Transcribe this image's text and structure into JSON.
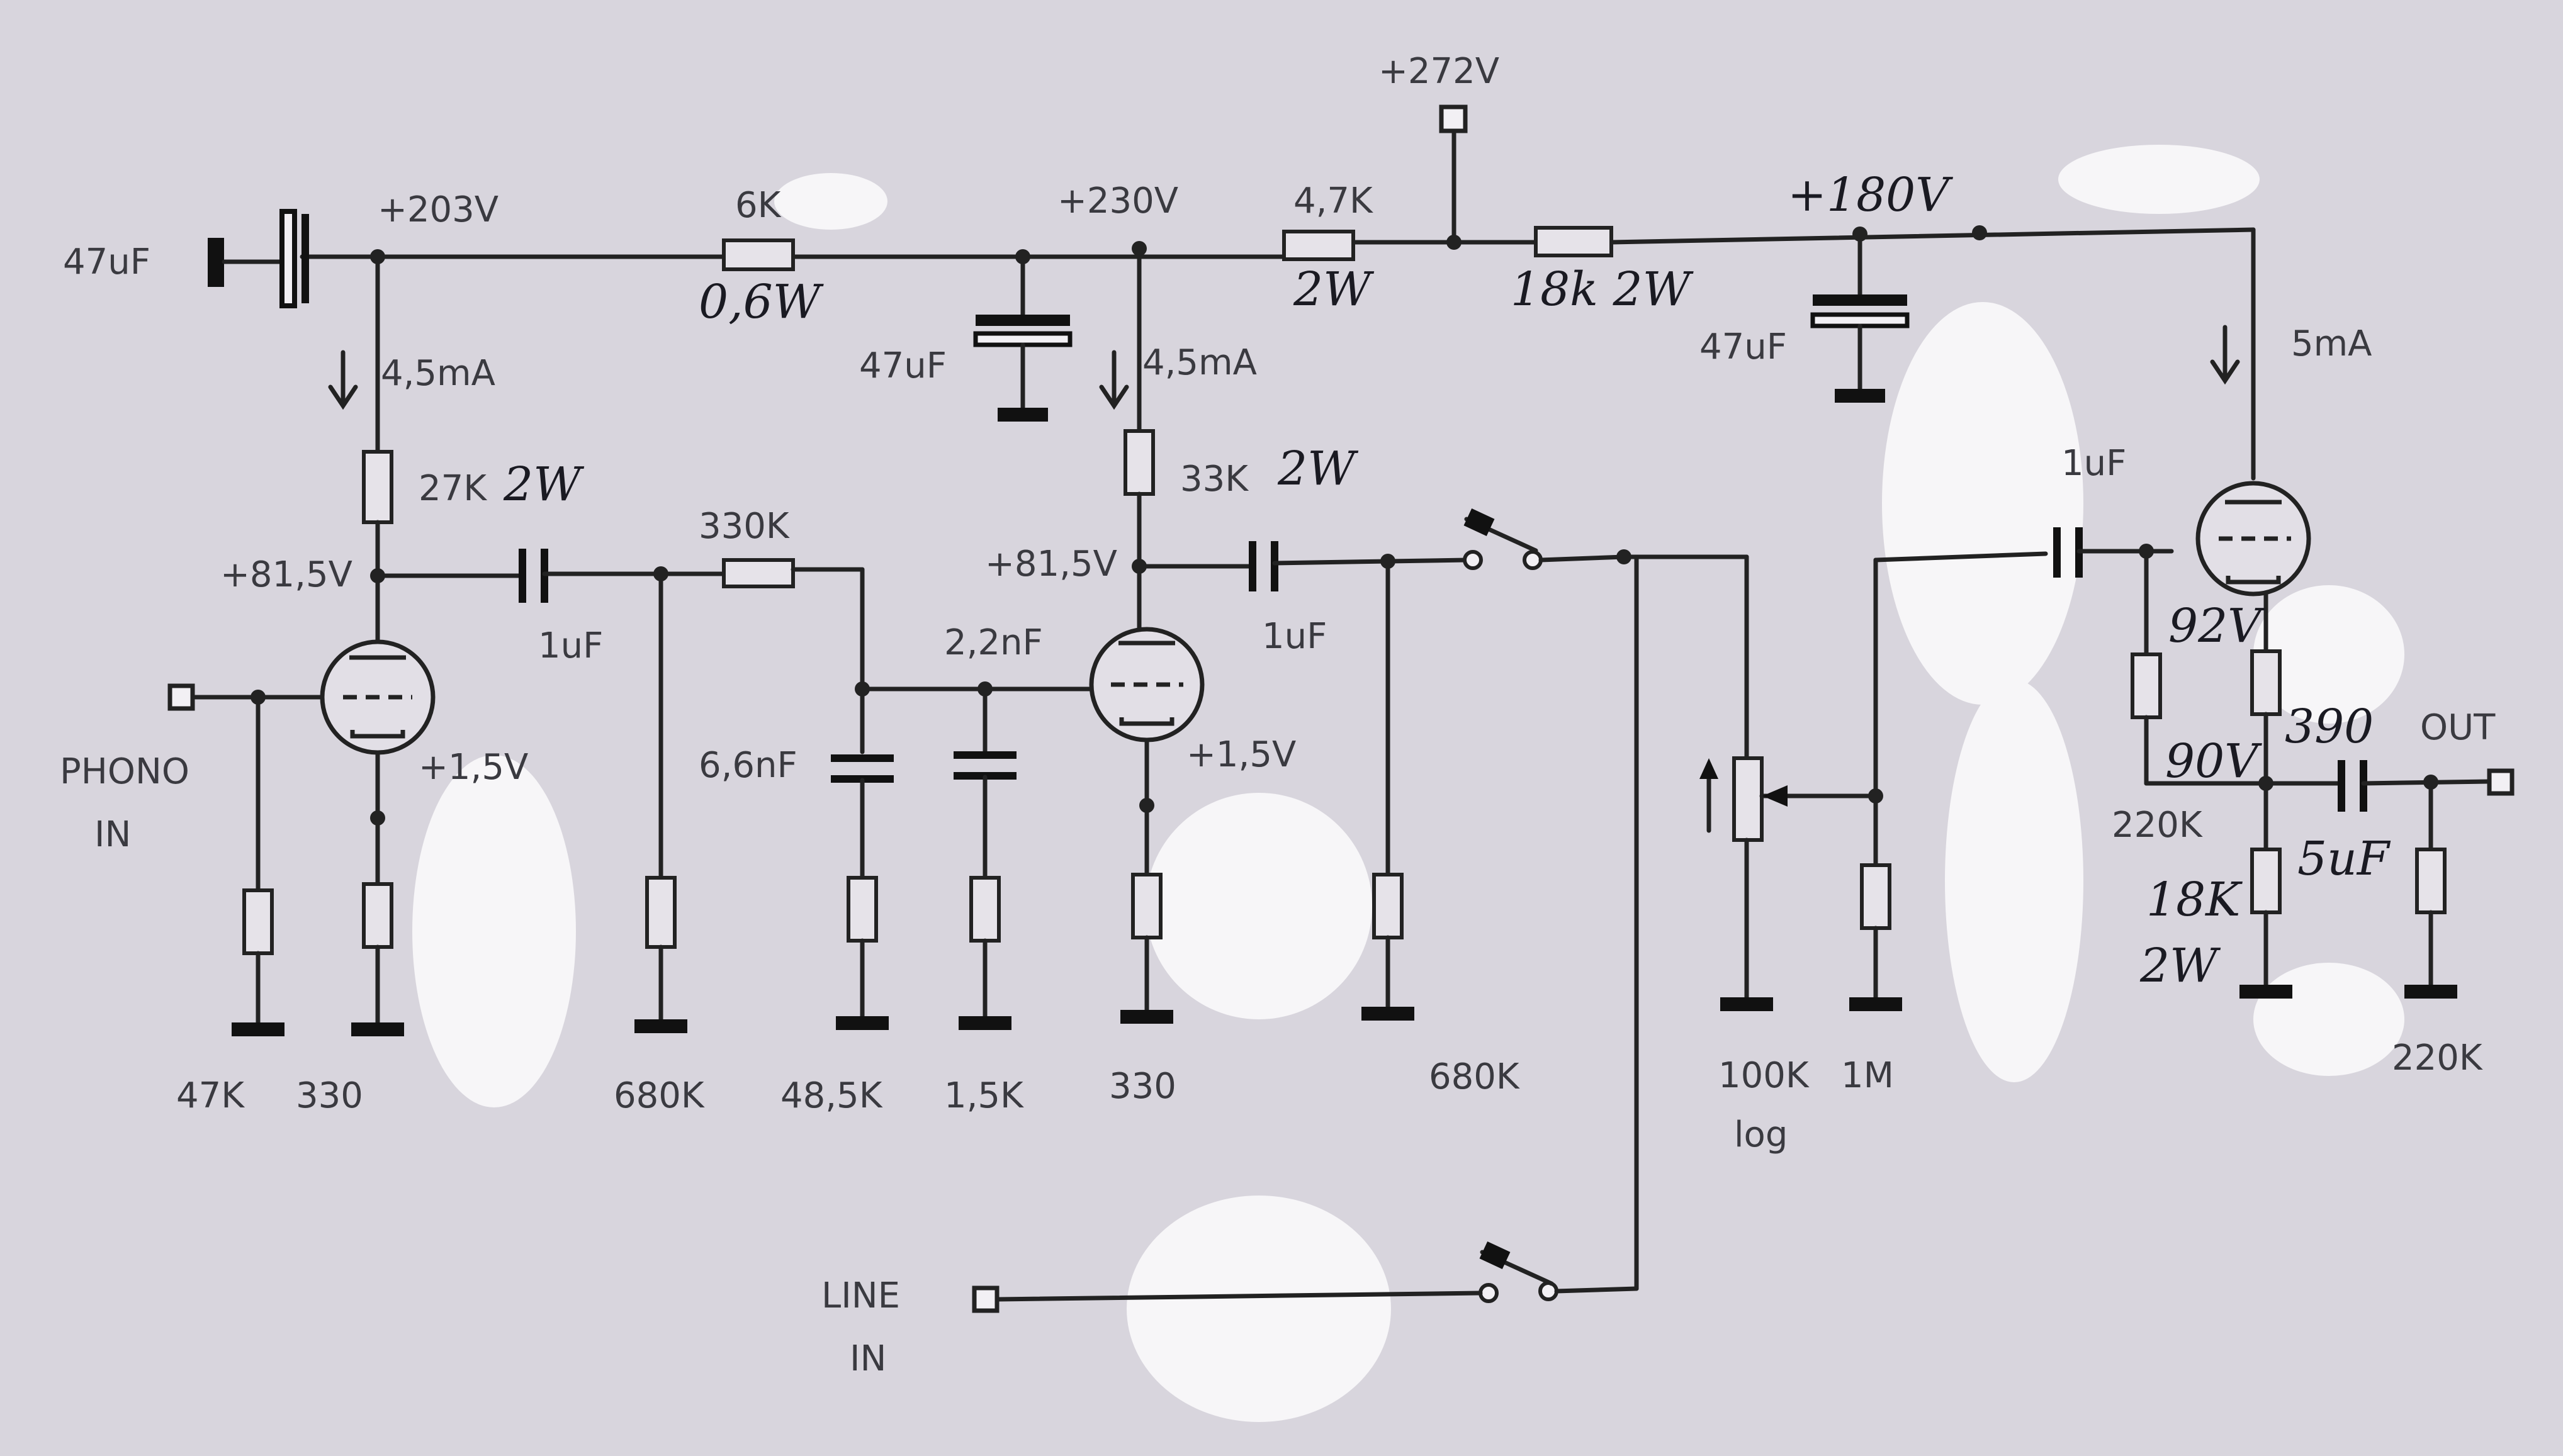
{
  "supply": {
    "v272": "+272V",
    "v203": "+203V",
    "v230": "+230V",
    "v180": "+180V",
    "r_6k": "6K",
    "r_6k_power": "0,6W",
    "r_4k7": "4,7K",
    "r_4k7_power": "2W",
    "r_18k": "18k 2W",
    "cap_left": "47uF",
    "cap_mid": "47uF",
    "cap_right": "47uF"
  },
  "stage1": {
    "current": "4,5mA",
    "plate_resistor": "27K",
    "plate_resistor_power": "2W",
    "plate_voltage": "+81,5V",
    "cathode_voltage": "+1,5V",
    "coupling_cap": "1uF",
    "grid_resistor": "47K",
    "cathode_resistor": "330",
    "input_label_line1": "PHONO",
    "input_label_line2": "IN"
  },
  "riaa": {
    "series_resistor": "330K",
    "shunt_resistor": "680K",
    "cap_6n6": "6,6nF",
    "cap_2n2": "2,2nF",
    "r_48k5": "48,5K",
    "r_1k5": "1,5K"
  },
  "stage2": {
    "current": "4,5mA",
    "plate_resistor": "33K",
    "plate_resistor_power": "2W",
    "plate_voltage": "+81,5V",
    "cathode_voltage": "+1,5V",
    "coupling_cap": "1uF",
    "cathode_resistor": "330",
    "output_resistor": "680K"
  },
  "volume": {
    "pot": "100K",
    "pot_taper": "log",
    "grid_resistor": "1M"
  },
  "line_input": {
    "label_line1": "LINE",
    "label_line2": "IN"
  },
  "stage3": {
    "current": "5mA",
    "input_cap": "1uF",
    "grid_leak": "220K",
    "v_92": "92V",
    "v_90": "90V",
    "r_390": "390",
    "cathode_resistor": "18K",
    "cathode_resistor_power": "2W",
    "out_cap": "5uF",
    "out_resistor": "220K",
    "out_label": "OUT"
  }
}
